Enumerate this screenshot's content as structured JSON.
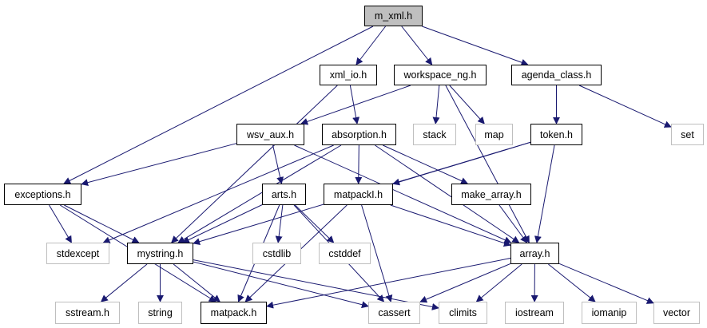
{
  "diagram": {
    "title": "m_xml.h",
    "edge_color": "#191970",
    "nodes": [
      {
        "id": "m_xml",
        "label": "m_xml.h",
        "kind": "root"
      },
      {
        "id": "xml_io",
        "label": "xml_io.h",
        "kind": "local"
      },
      {
        "id": "workspace_ng",
        "label": "workspace_ng.h",
        "kind": "local"
      },
      {
        "id": "agenda_class",
        "label": "agenda_class.h",
        "kind": "local"
      },
      {
        "id": "wsv_aux",
        "label": "wsv_aux.h",
        "kind": "local"
      },
      {
        "id": "absorption",
        "label": "absorption.h",
        "kind": "local"
      },
      {
        "id": "stack",
        "label": "stack",
        "kind": "sys"
      },
      {
        "id": "map",
        "label": "map",
        "kind": "sys"
      },
      {
        "id": "token",
        "label": "token.h",
        "kind": "local"
      },
      {
        "id": "set",
        "label": "set",
        "kind": "sys"
      },
      {
        "id": "exceptions",
        "label": "exceptions.h",
        "kind": "local"
      },
      {
        "id": "arts",
        "label": "arts.h",
        "kind": "local"
      },
      {
        "id": "matpackI",
        "label": "matpackI.h",
        "kind": "local"
      },
      {
        "id": "make_array",
        "label": "make_array.h",
        "kind": "local"
      },
      {
        "id": "stdexcept",
        "label": "stdexcept",
        "kind": "sys"
      },
      {
        "id": "mystring",
        "label": "mystring.h",
        "kind": "local"
      },
      {
        "id": "cstdlib",
        "label": "cstdlib",
        "kind": "sys"
      },
      {
        "id": "cstddef",
        "label": "cstddef",
        "kind": "sys"
      },
      {
        "id": "array",
        "label": "array.h",
        "kind": "local"
      },
      {
        "id": "sstream",
        "label": "sstream.h",
        "kind": "sys"
      },
      {
        "id": "string",
        "label": "string",
        "kind": "sys"
      },
      {
        "id": "matpack",
        "label": "matpack.h",
        "kind": "local"
      },
      {
        "id": "cassert",
        "label": "cassert",
        "kind": "sys"
      },
      {
        "id": "climits",
        "label": "climits",
        "kind": "sys"
      },
      {
        "id": "iostream",
        "label": "iostream",
        "kind": "sys"
      },
      {
        "id": "iomanip",
        "label": "iomanip",
        "kind": "sys"
      },
      {
        "id": "vector",
        "label": "vector",
        "kind": "sys"
      }
    ],
    "edges": [
      [
        "m_xml",
        "xml_io"
      ],
      [
        "m_xml",
        "workspace_ng"
      ],
      [
        "m_xml",
        "agenda_class"
      ],
      [
        "m_xml",
        "exceptions"
      ],
      [
        "xml_io",
        "absorption"
      ],
      [
        "xml_io",
        "mystring"
      ],
      [
        "workspace_ng",
        "wsv_aux"
      ],
      [
        "workspace_ng",
        "stack"
      ],
      [
        "workspace_ng",
        "map"
      ],
      [
        "workspace_ng",
        "array"
      ],
      [
        "agenda_class",
        "token"
      ],
      [
        "agenda_class",
        "set"
      ],
      [
        "wsv_aux",
        "exceptions"
      ],
      [
        "wsv_aux",
        "arts"
      ],
      [
        "wsv_aux",
        "array"
      ],
      [
        "absorption",
        "matpackI"
      ],
      [
        "absorption",
        "make_array"
      ],
      [
        "absorption",
        "mystring"
      ],
      [
        "absorption",
        "stdexcept"
      ],
      [
        "absorption",
        "array"
      ],
      [
        "token",
        "matpackI"
      ],
      [
        "token",
        "mystring"
      ],
      [
        "token",
        "array"
      ],
      [
        "exceptions",
        "stdexcept"
      ],
      [
        "exceptions",
        "mystring"
      ],
      [
        "exceptions",
        "matpack"
      ],
      [
        "arts",
        "cstdlib"
      ],
      [
        "arts",
        "cstddef"
      ],
      [
        "arts",
        "mystring"
      ],
      [
        "arts",
        "matpack"
      ],
      [
        "arts",
        "cassert"
      ],
      [
        "matpackI",
        "array"
      ],
      [
        "matpackI",
        "matpack"
      ],
      [
        "matpackI",
        "cassert"
      ],
      [
        "make_array",
        "array"
      ],
      [
        "mystring",
        "sstream"
      ],
      [
        "mystring",
        "string"
      ],
      [
        "mystring",
        "matpack"
      ],
      [
        "mystring",
        "cassert"
      ],
      [
        "mystring",
        "climits"
      ],
      [
        "array",
        "matpack"
      ],
      [
        "array",
        "cassert"
      ],
      [
        "array",
        "climits"
      ],
      [
        "array",
        "iostream"
      ],
      [
        "array",
        "iomanip"
      ],
      [
        "array",
        "vector"
      ]
    ]
  }
}
